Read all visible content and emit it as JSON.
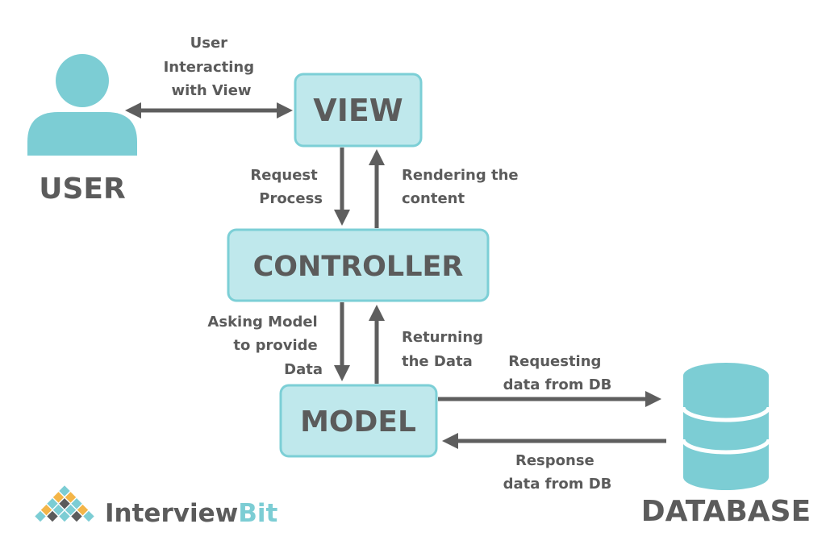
{
  "colors": {
    "box_fill": "#bfe8ec",
    "box_stroke": "#7ccfd6",
    "icon": "#7ccdd4",
    "arrow": "#5e5e5e",
    "text": "#5b5b5b",
    "brand_diamonds": [
      "#7ccdd4",
      "#f3b548",
      "#5b5b5b"
    ]
  },
  "nodes": {
    "user": {
      "label": "USER",
      "icon": "user-icon"
    },
    "view": {
      "label": "VIEW"
    },
    "controller": {
      "label": "CONTROLLER"
    },
    "model": {
      "label": "MODEL"
    },
    "database": {
      "label": "DATABASE",
      "icon": "database-icon"
    }
  },
  "edges": {
    "user_view": {
      "lines": [
        "User",
        "Interacting",
        "with View"
      ]
    },
    "view_to_controller": {
      "lines": [
        "Request",
        "Process"
      ]
    },
    "controller_to_view": {
      "lines": [
        "Rendering the",
        "content"
      ]
    },
    "controller_to_model": {
      "lines": [
        "Asking Model",
        "to provide",
        "Data"
      ]
    },
    "model_to_controller": {
      "lines": [
        "Returning",
        "the Data"
      ]
    },
    "model_to_database": {
      "lines": [
        "Requesting",
        "data from DB"
      ]
    },
    "database_to_model": {
      "lines": [
        "Response",
        "data from DB"
      ]
    }
  },
  "brand": {
    "name_part1": "Interview",
    "name_part2": "Bit",
    "icon": "interviewbit-logo-icon"
  }
}
